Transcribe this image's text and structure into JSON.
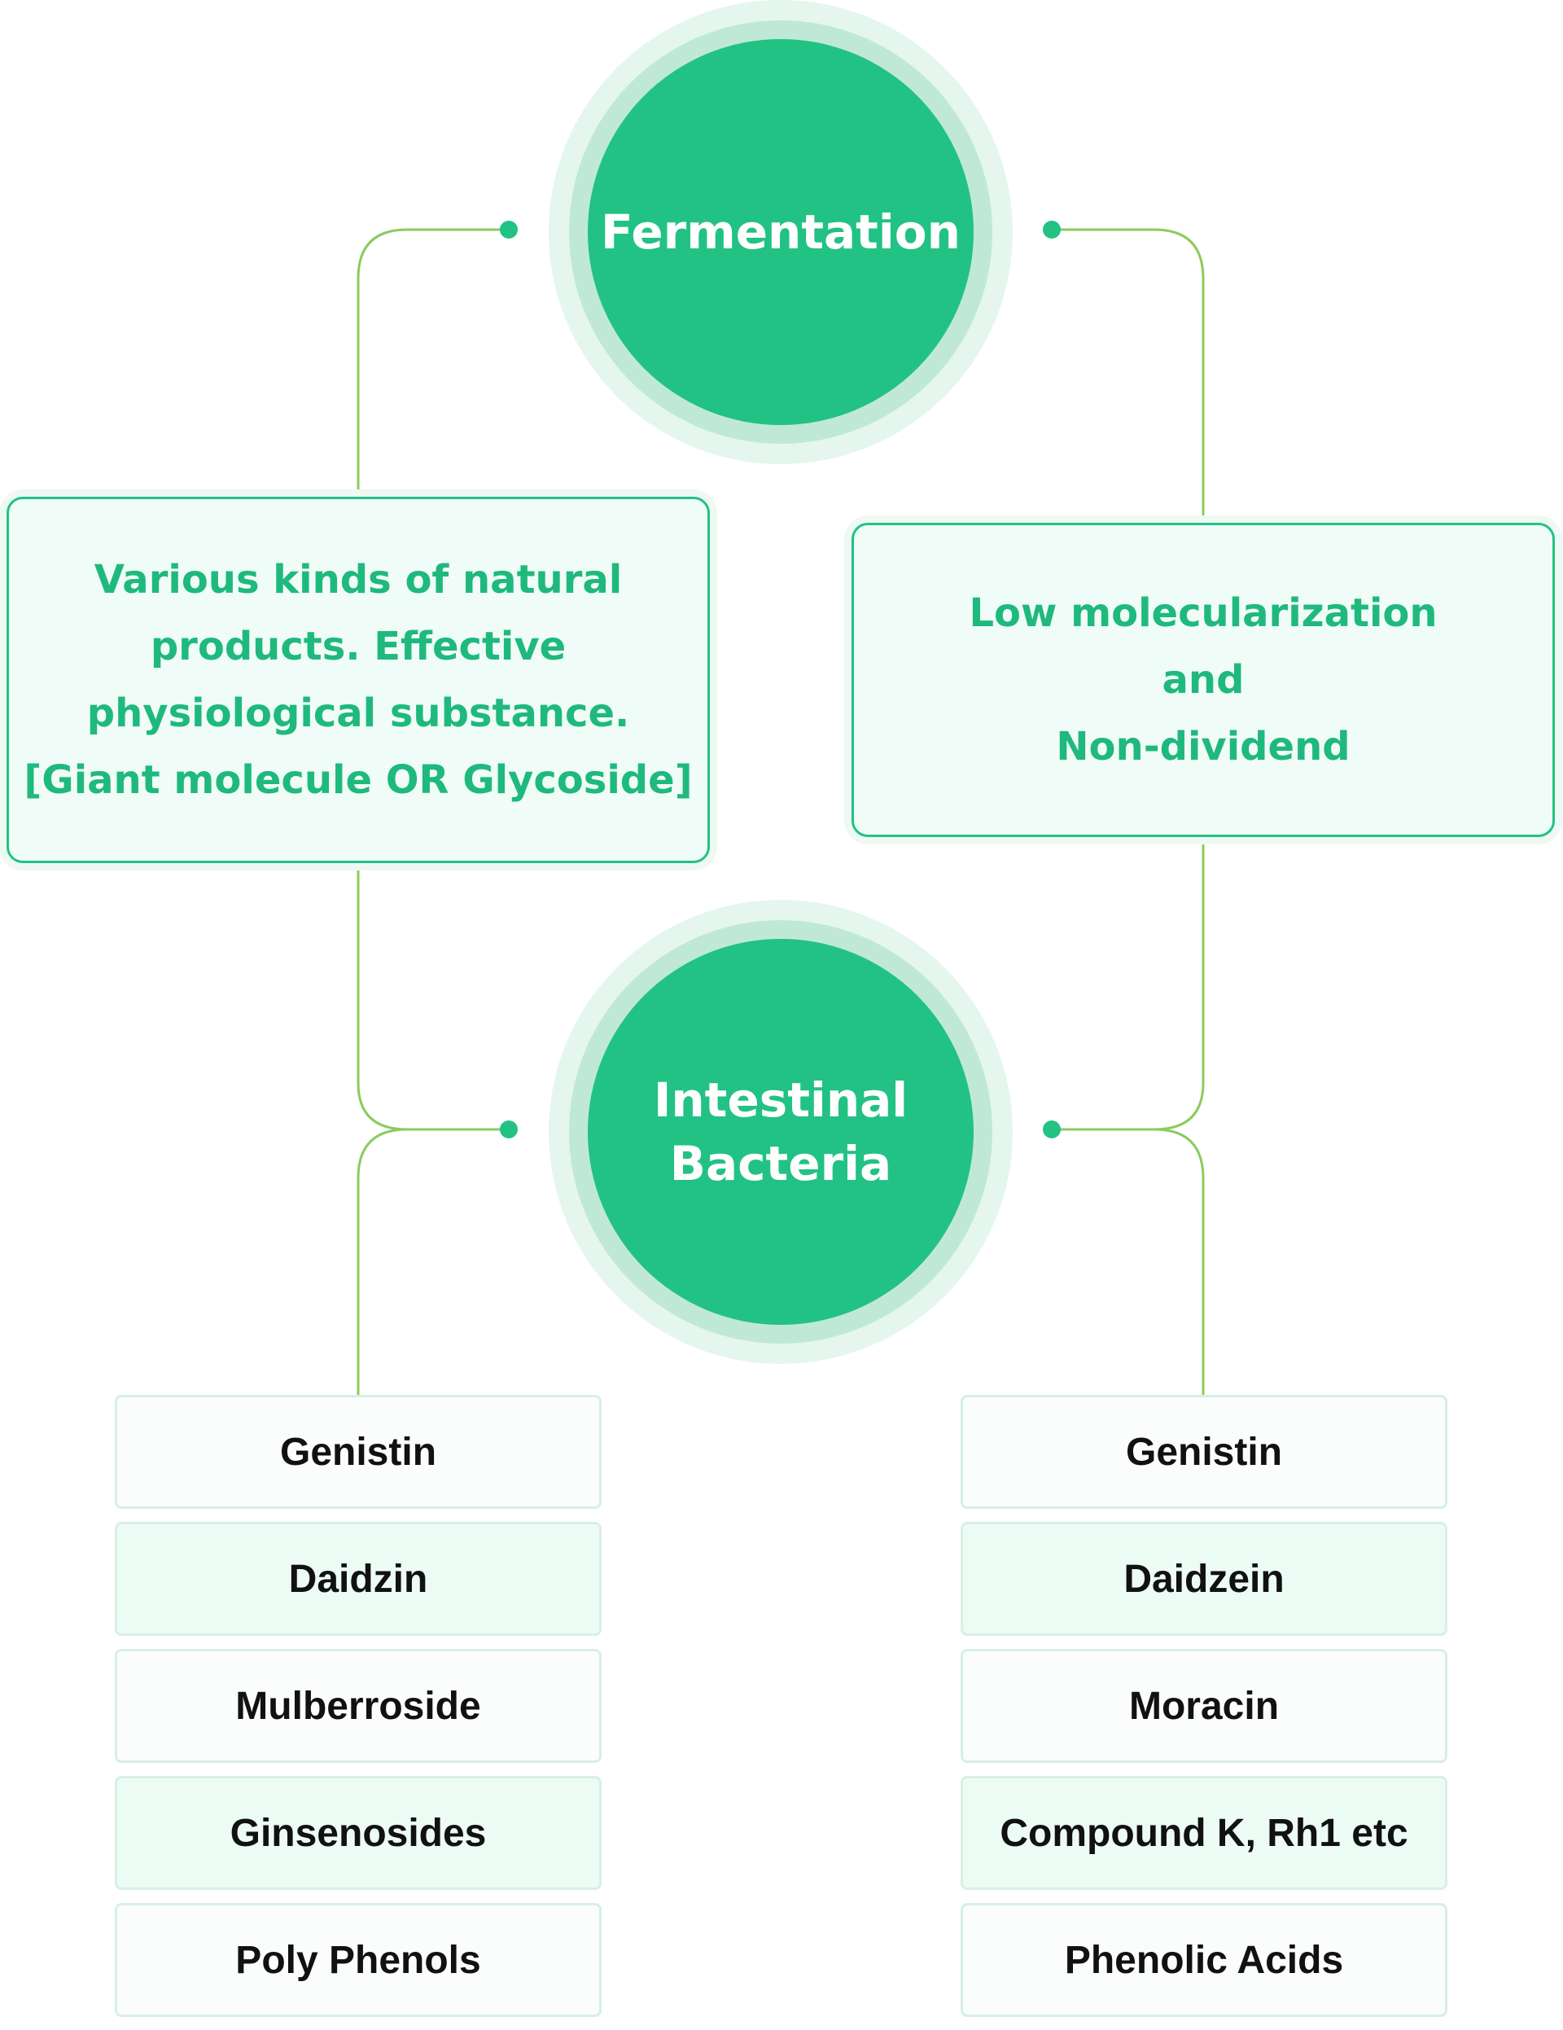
{
  "colors": {
    "accent": "#22c284",
    "connector": "#8ccb5e",
    "box_text": "#1fb97d",
    "item_text": "#111111"
  },
  "nodes": {
    "fermentation": "Fermentation",
    "intestinal_bacteria": "Intestinal\nBacteria"
  },
  "boxes": {
    "left": "Various kinds of natural\nproducts. Effective\nphysiological substance.\n[Giant molecule OR Glycoside]",
    "right": "Low molecularization\nand\nNon-dividend"
  },
  "lists": {
    "left": [
      "Genistin",
      "Daidzin",
      "Mulberroside",
      "Ginsenosides",
      "Poly Phenols"
    ],
    "right": [
      "Genistin",
      "Daidzein",
      "Moracin",
      "Compound K, Rh1 etc",
      "Phenolic Acids"
    ]
  }
}
